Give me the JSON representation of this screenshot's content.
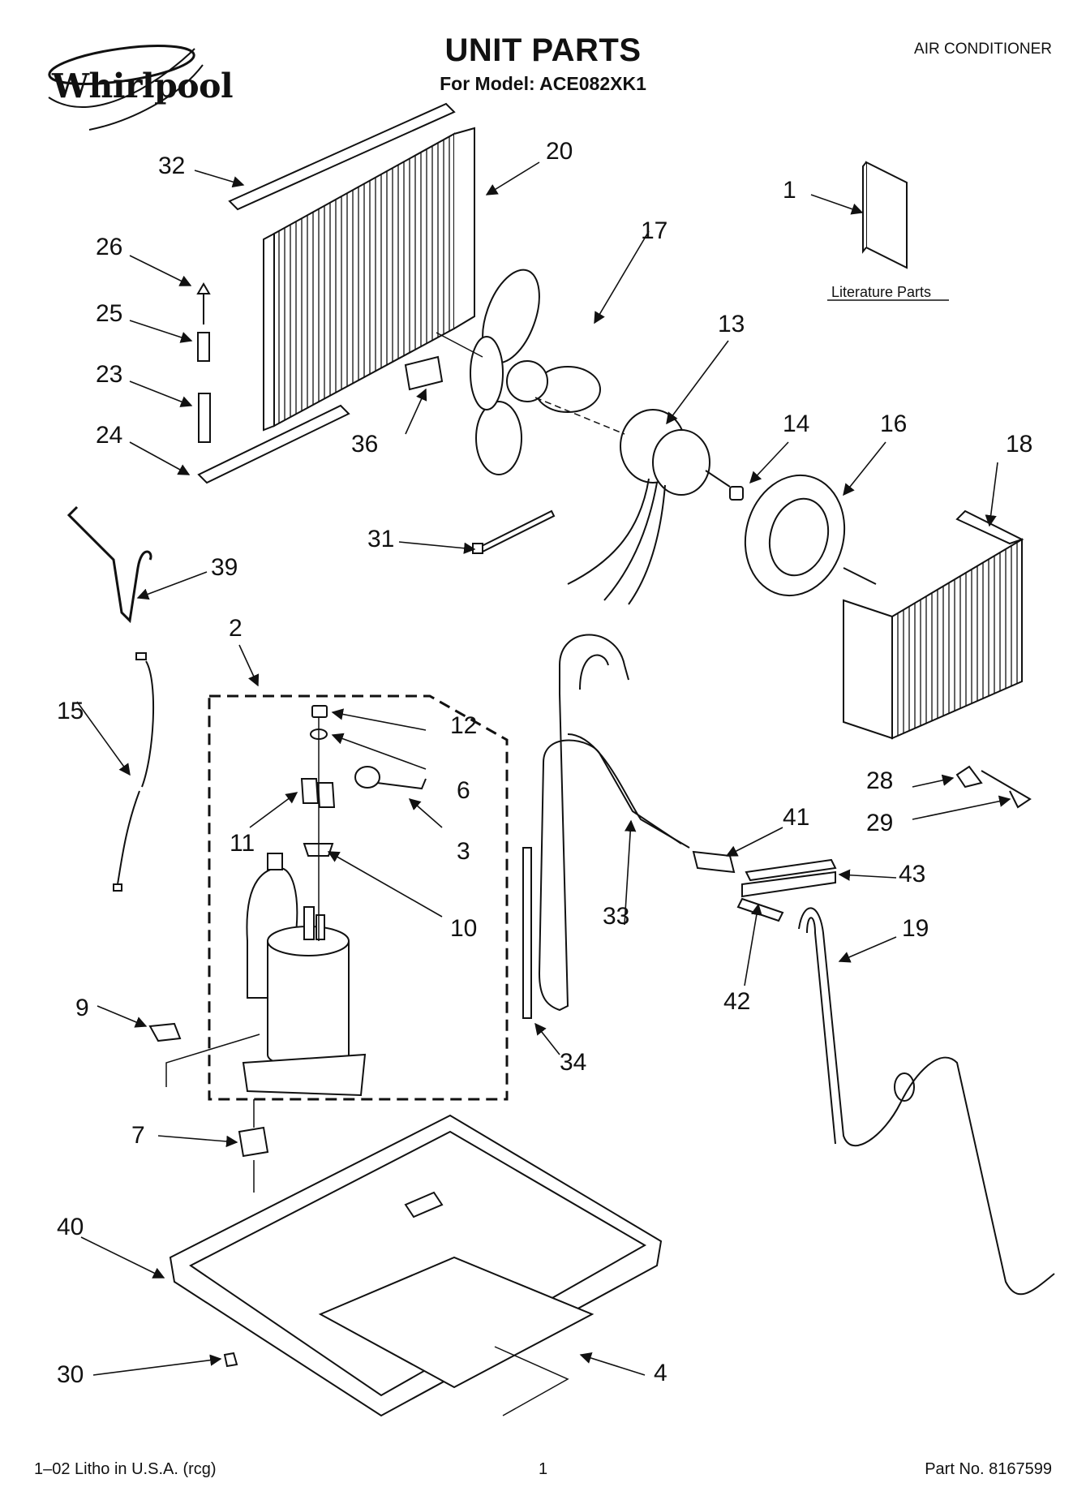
{
  "header": {
    "brand": "Whirlpool",
    "title": "UNIT PARTS",
    "subtitle": "For Model: ACE082XK1",
    "category": "AIR CONDITIONER"
  },
  "literature_label": "Literature Parts",
  "callouts": {
    "c1": "1",
    "c2": "2",
    "c3": "3",
    "c4": "4",
    "c6": "6",
    "c7": "7",
    "c9": "9",
    "c10": "10",
    "c11": "11",
    "c12": "12",
    "c13": "13",
    "c14": "14",
    "c15": "15",
    "c16": "16",
    "c17": "17",
    "c18": "18",
    "c19": "19",
    "c20": "20",
    "c23": "23",
    "c24": "24",
    "c25": "25",
    "c26": "26",
    "c28": "28",
    "c29": "29",
    "c30": "30",
    "c31": "31",
    "c32": "32",
    "c33": "33",
    "c34": "34",
    "c36": "36",
    "c39": "39",
    "c40": "40",
    "c41": "41",
    "c42": "42",
    "c43": "43"
  },
  "footer": {
    "left": "1–02 Litho in U.S.A. (rcg)",
    "center": "1",
    "right": "Part No. 8167599"
  }
}
